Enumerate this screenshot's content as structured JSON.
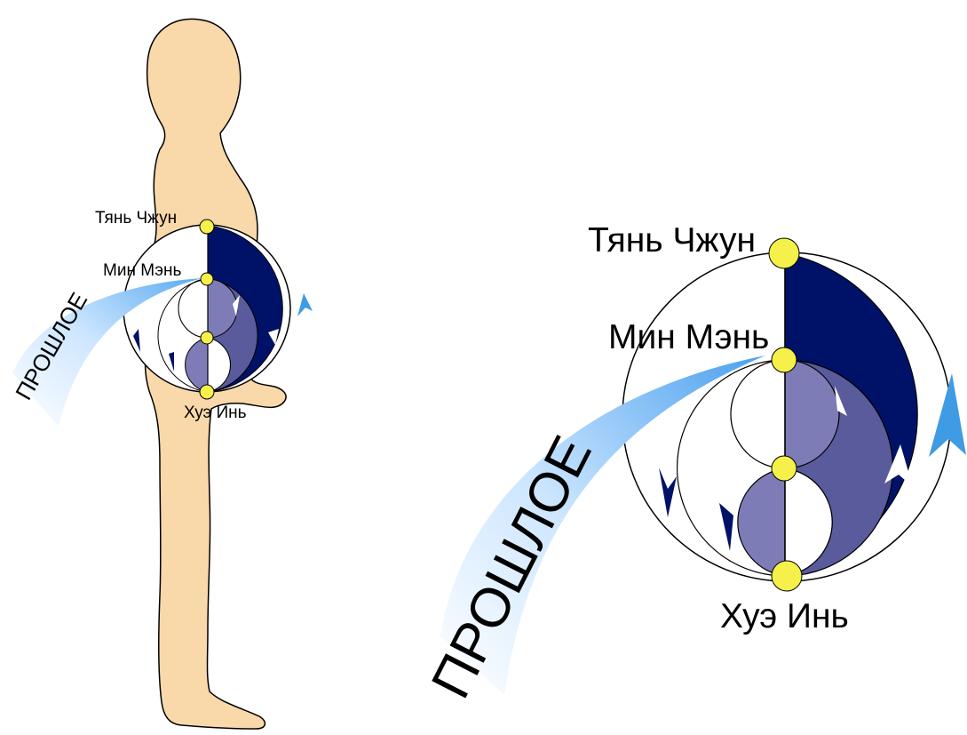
{
  "colors": {
    "skin": "#f9d8aa",
    "outline": "#000000",
    "navy": "#001268",
    "medium_purple": "#5a5b9c",
    "light_purple": "#7e7cb6",
    "node_yellow": "#f5f04a",
    "sky_blue": "#3f9be4",
    "sky_blue_light": "#dbeeff"
  },
  "small_diagram": {
    "points": {
      "top": "Тянь Чжун",
      "upper": "Мин Мэнь",
      "bottom": "Хуэ Инь"
    },
    "arrow_label": "ПРОШЛОЕ"
  },
  "large_diagram": {
    "points": {
      "top": "Тянь Чжун",
      "upper": "Мин Мэнь",
      "bottom": "Хуэ Инь"
    },
    "arrow_label": "ПРОШЛОЕ"
  },
  "icons": [
    "human-silhouette",
    "energy-circle",
    "blue-flow-arrow"
  ]
}
